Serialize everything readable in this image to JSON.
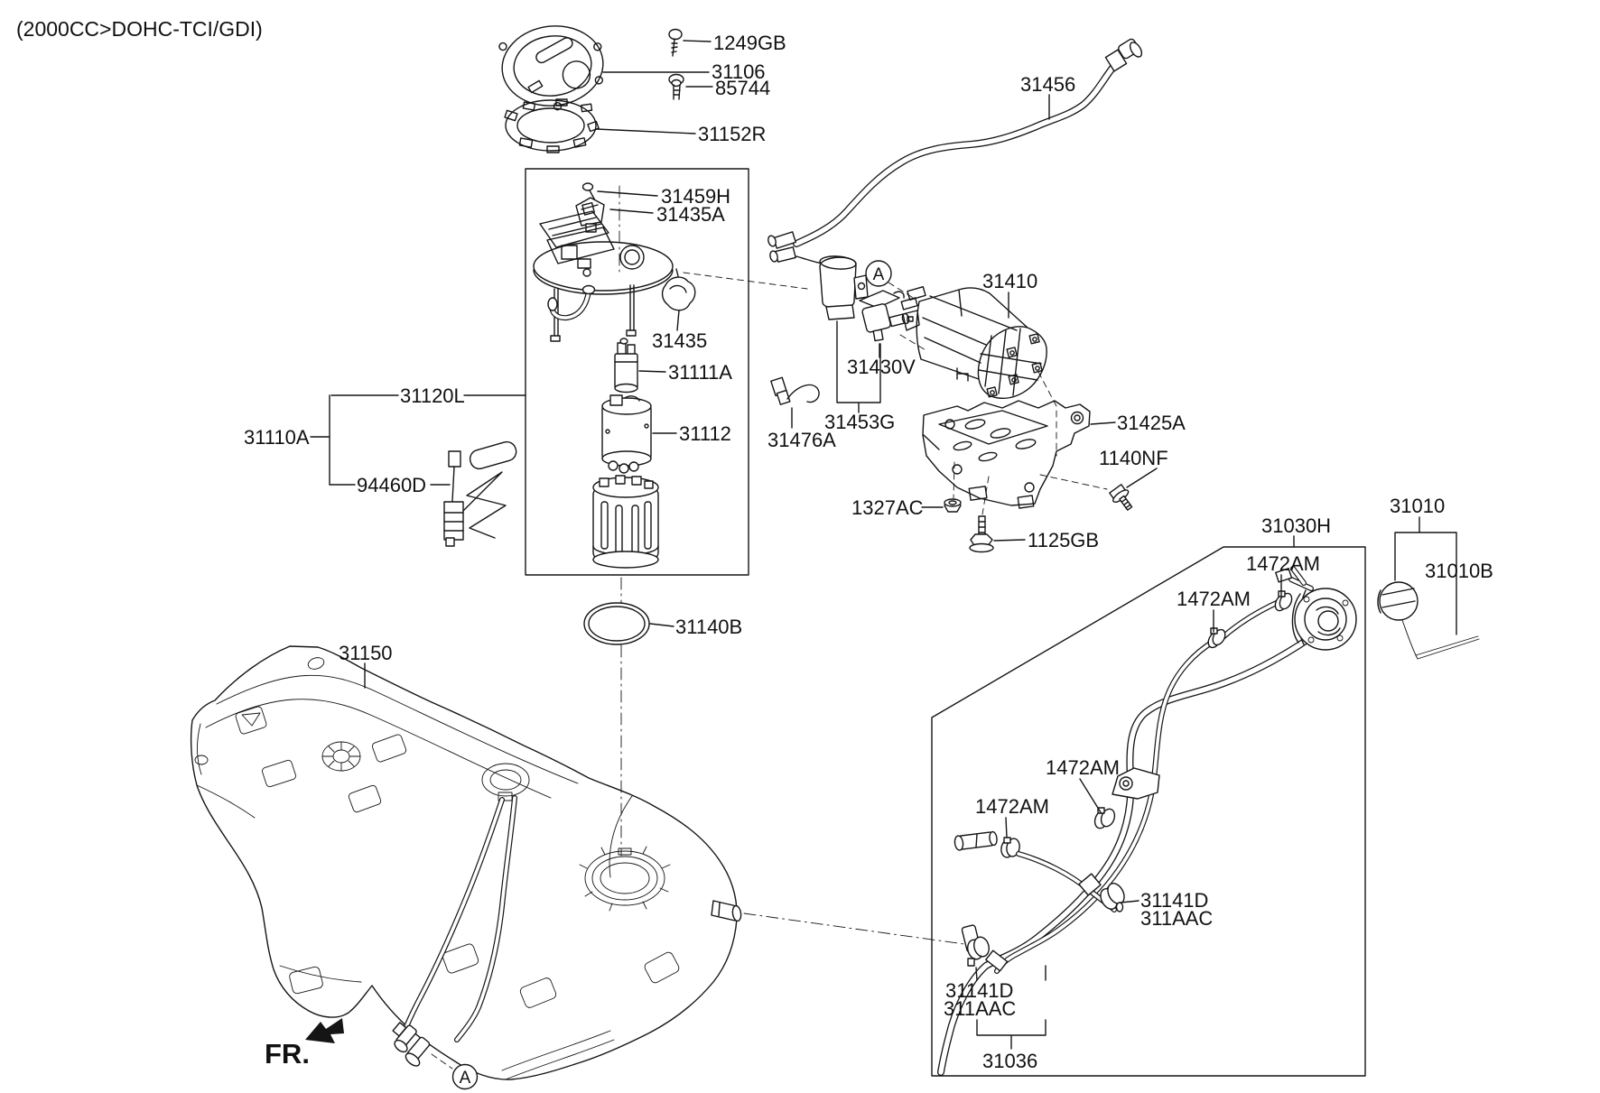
{
  "diagram": {
    "title": "(2000CC>DOHC-TCI/GDI)",
    "front_marker": "FR.",
    "view_marker": "A"
  },
  "labels": {
    "p1249GB": "1249GB",
    "p31106": "31106",
    "p85744": "85744",
    "p31152R": "31152R",
    "p31459H": "31459H",
    "p31435A": "31435A",
    "p31435": "31435",
    "p31111A": "31111A",
    "p31112": "31112",
    "p31120L": "31120L",
    "p31110A": "31110A",
    "p94460D": "94460D",
    "p31140B": "31140B",
    "p31150": "31150",
    "p31456": "31456",
    "p31410": "31410",
    "p31430V": "31430V",
    "p31453G": "31453G",
    "p31476A": "31476A",
    "p31425A": "31425A",
    "p1140NF": "1140NF",
    "p1327AC": "1327AC",
    "p1125GB": "1125GB",
    "p31030H": "31030H",
    "p31010": "31010",
    "p31010B": "31010B",
    "p1472AM": "1472AM",
    "p31141D": "31141D",
    "p311AAC": "311AAC",
    "p31036": "31036"
  }
}
